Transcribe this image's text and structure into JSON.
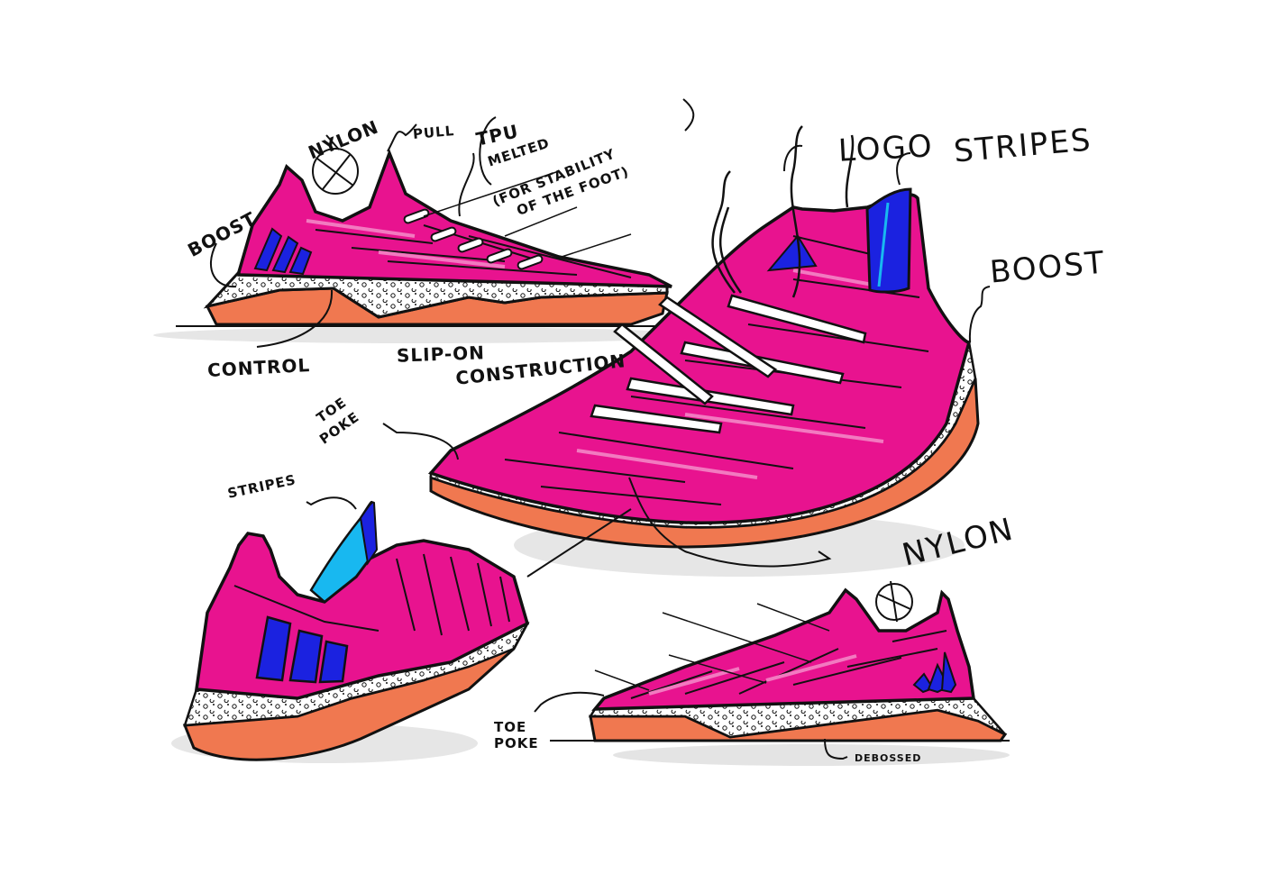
{
  "sketch": {
    "subject": "Slip-on sneaker concept sketch sheet",
    "colors": {
      "upper": "#e8138f",
      "upper_highlight": "#f27ac0",
      "stripes": "#1b22e0",
      "stripe_accent": "#18b8f0",
      "outsole": "#f07850",
      "midsole": "#ffffff",
      "outline": "#111111",
      "shadow": "#e4e4e4",
      "laces": "#ffffff"
    },
    "views": [
      {
        "id": "side-view-top-left",
        "name": "Lateral side view"
      },
      {
        "id": "three-quarter-front-view",
        "name": "Three-quarter front view"
      },
      {
        "id": "rear-three-quarter-view",
        "name": "Rear three-quarter view"
      },
      {
        "id": "side-view-bottom-right",
        "name": "Medial side view"
      }
    ]
  },
  "annotations": {
    "boost_top_left": "BOOST",
    "nylon_top": "NYLON",
    "pull": "PULL",
    "tpu_line1": "TPU",
    "tpu_line2": "MELTED",
    "tpu_line3": "(FOR STABILITY",
    "tpu_line4": "OF THE FOOT)",
    "control": "CONTROL",
    "slip_on_line1": "SLIP-ON",
    "slip_on_line2": "CONSTRUCTION",
    "logo": "LOGO",
    "stripes_top_right": "STRIPES",
    "boost_right": "BOOST",
    "toe_poke_mid_line1": "TOE",
    "toe_poke_mid_line2": "POKE",
    "stripes_bottom_left": "STRIPES",
    "nylon_bottom_right": "NYLON",
    "toe_poke_bottom_line1": "TOE",
    "toe_poke_bottom_line2": "POKE",
    "debossed": "DEBOSSED"
  }
}
